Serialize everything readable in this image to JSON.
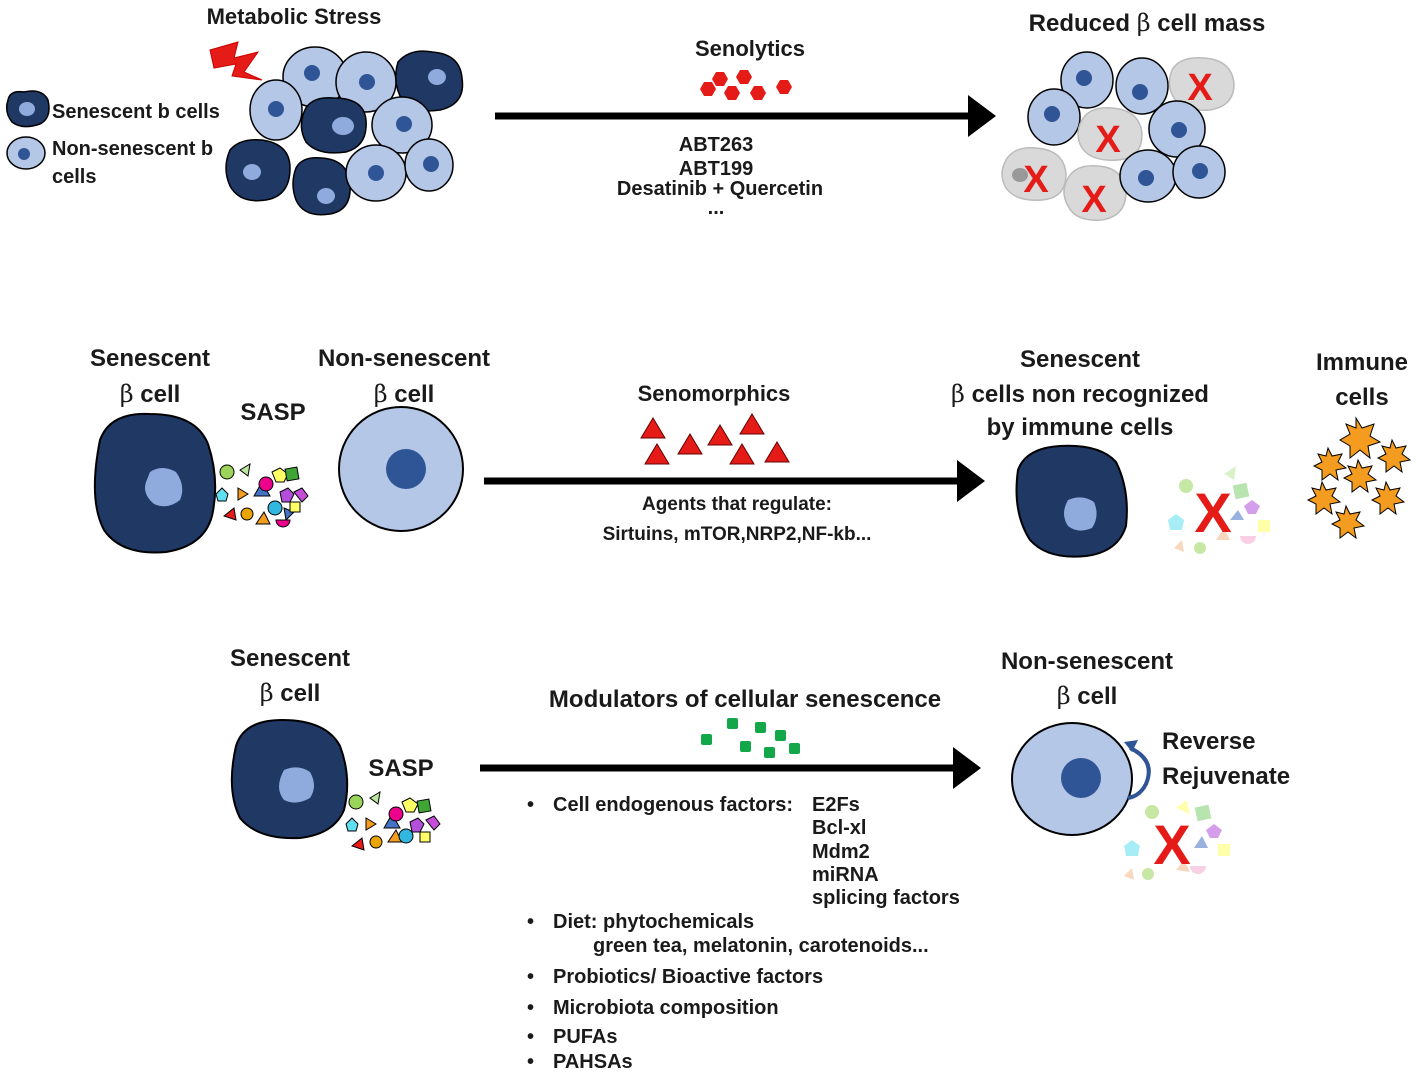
{
  "colors": {
    "senescent_cell": "#1f3864",
    "non_senescent_cell": "#b4c7e7",
    "nucleus_dark": "#2f5597",
    "nucleus_light": "#8faadc",
    "dead_cell": "#d9d9d9",
    "x_mark": "#e41b17",
    "senolytic_hexagon": "#e41b17",
    "senomorphic_triangle": "#e41b17",
    "modulator_square": "#12a84a",
    "immune_cell": "#f39c1f",
    "arrow": "#000000"
  },
  "row1": {
    "trigger_label": "Metabolic Stress",
    "trigger_icon": "lightning-bolt-icon",
    "legend_senescent": "Senescent b cells",
    "legend_non_senescent_line1": "Non-senescent b",
    "legend_non_senescent_line2": "cells",
    "treatment_title": "Senolytics",
    "drugs": [
      "ABT263",
      "ABT199",
      "Desatinib + Quercetin",
      "..."
    ],
    "outcome_prefix": "Reduced",
    "outcome_beta": "β",
    "outcome_suffix": "cell mass",
    "x_symbol": "X"
  },
  "row2": {
    "senescent_line1": "Senescent",
    "senescent_beta": "β",
    "senescent_line2_suffix": "cell",
    "sasp_label": "SASP",
    "non_senescent_line1": "Non-senescent",
    "non_senescent_beta": "β",
    "non_senescent_line2_suffix": "cell",
    "treatment_title": "Senomorphics",
    "agents_line1": "Agents that regulate:",
    "agents_line2": "Sirtuins, mTOR,NRP2,NF-kb...",
    "outcome_line1": "Senescent",
    "outcome_beta": "β",
    "outcome_line2_suffix": "cells non recognized",
    "outcome_line3": "by immune cells",
    "immune_line1": "Immune",
    "immune_line2": "cells",
    "x_symbol": "X"
  },
  "row3": {
    "senescent_line1": "Senescent",
    "senescent_beta": "β",
    "senescent_line2_suffix": "cell",
    "sasp_label": "SASP",
    "treatment_title": "Modulators of cellular senescence",
    "endogenous_label": "Cell endogenous factors:",
    "endogenous_factors": [
      "E2Fs",
      "Bcl-xl",
      "Mdm2",
      "miRNA",
      "splicing factors"
    ],
    "diet_label": "Diet: phytochemicals",
    "diet_examples": "green tea, melatonin, carotenoids...",
    "other_items": [
      "Probiotics/ Bioactive factors",
      "Microbiota composition",
      "PUFAs",
      "PAHSAs"
    ],
    "outcome_line1": "Non-senescent",
    "outcome_beta": "β",
    "outcome_line2_suffix": "cell",
    "effect_line1": "Reverse",
    "effect_line2": "Rejuvenate",
    "bullet": "•",
    "x_symbol": "X"
  }
}
